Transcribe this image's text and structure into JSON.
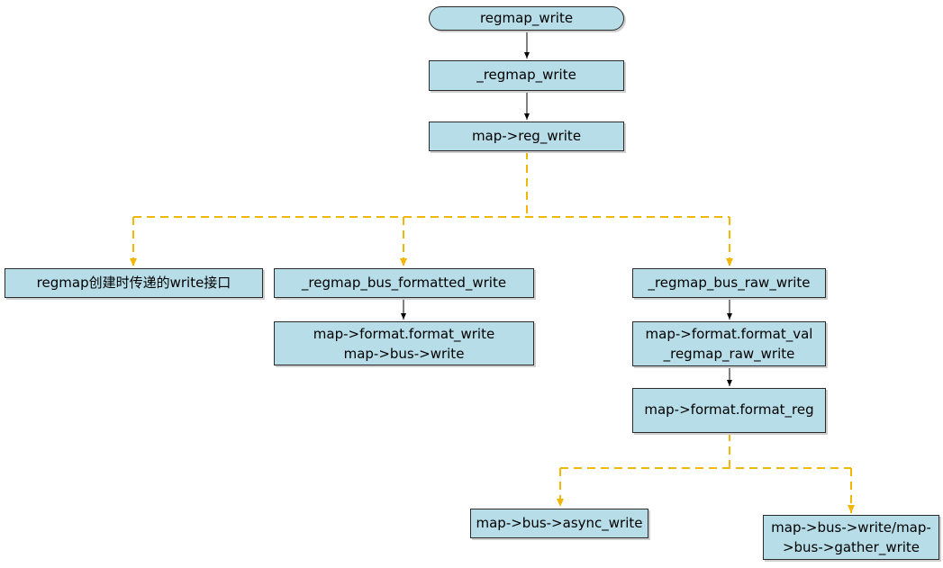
{
  "colors": {
    "node_fill": "#b7dde8",
    "node_border": "#2b2b2b",
    "solid_arrow": "#000000",
    "dashed_arrow": "#f2b705"
  },
  "nodes": {
    "regmap_write": "regmap_write",
    "_regmap_write": "_regmap_write",
    "reg_write": "map->reg_write",
    "creation_write": "regmap创建时传递的write接口",
    "bus_formatted_write": "_regmap_bus_formatted_write",
    "format_write_line1": "map->format.format_write",
    "format_write_line2": "map->bus->write",
    "bus_raw_write": "_regmap_bus_raw_write",
    "format_val_line1": "map->format.format_val",
    "format_val_line2": "_regmap_raw_write",
    "format_reg": "map->format.format_reg",
    "async_write": "map->bus->async_write",
    "gather_line1": "map->bus->write/map-",
    "gather_line2": ">bus->gather_write"
  }
}
